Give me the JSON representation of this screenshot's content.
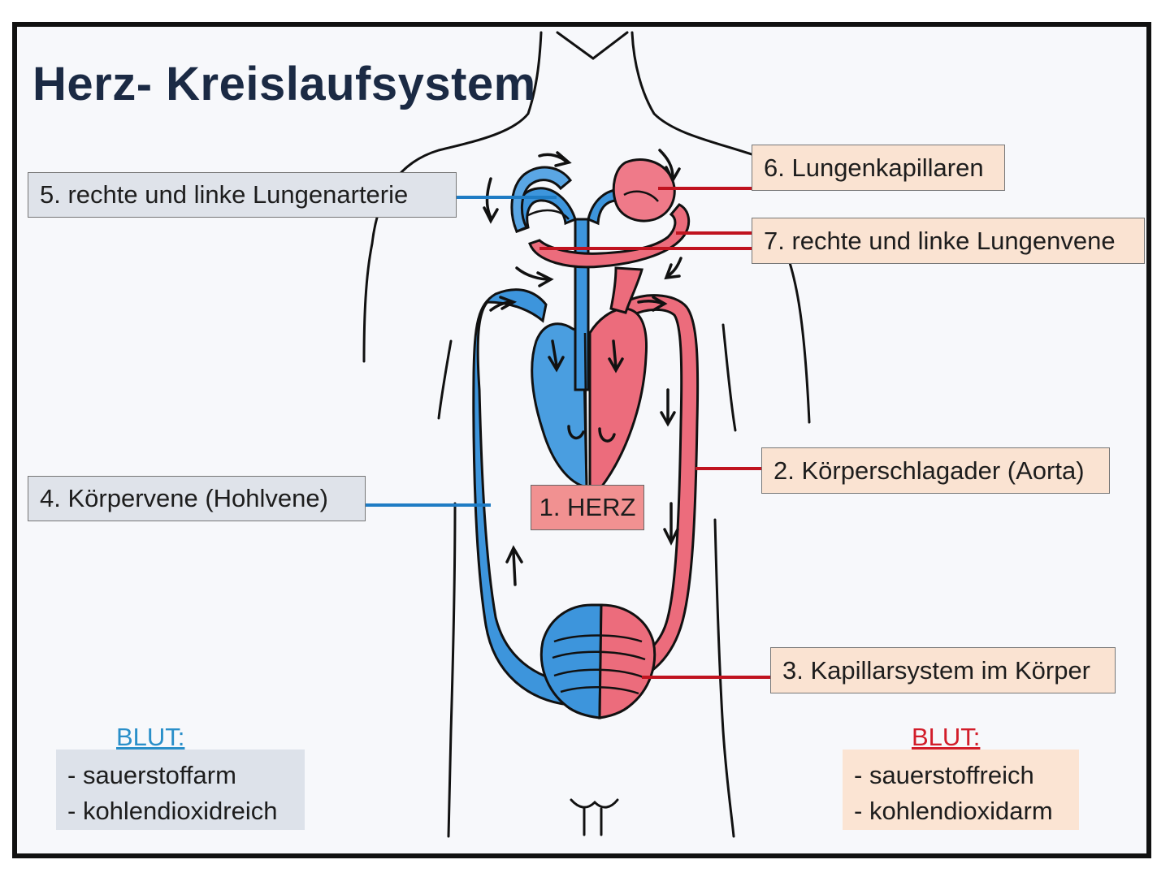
{
  "title": "Herz- Kreislaufsystem",
  "labels": {
    "herz": "1. HERZ",
    "aorta": "2. Körperschlagader (Aorta)",
    "kapillarsystem": "3. Kapillarsystem im Körper",
    "hohlvene": "4. Körpervene (Hohlvene)",
    "lungenarterie": "5. rechte und linke Lungenarterie",
    "lungenkapillaren": "6. Lungenkapillaren",
    "lungenvene": "7. rechte und linke Lungenvene"
  },
  "legend": {
    "oxygen_poor": {
      "heading": "BLUT:",
      "items": [
        "sauerstoffarm",
        "kohlendioxidreich"
      ]
    },
    "oxygen_rich": {
      "heading": "BLUT:",
      "items": [
        "sauerstoffreich",
        "kohlendioxidarm"
      ]
    }
  },
  "colors": {
    "deoxygenated": "#3d95dc",
    "oxygenated": "#ec6c7c",
    "blue_connector": "#1f7cc4",
    "red_connector": "#c0131f",
    "outline": "#111111"
  }
}
